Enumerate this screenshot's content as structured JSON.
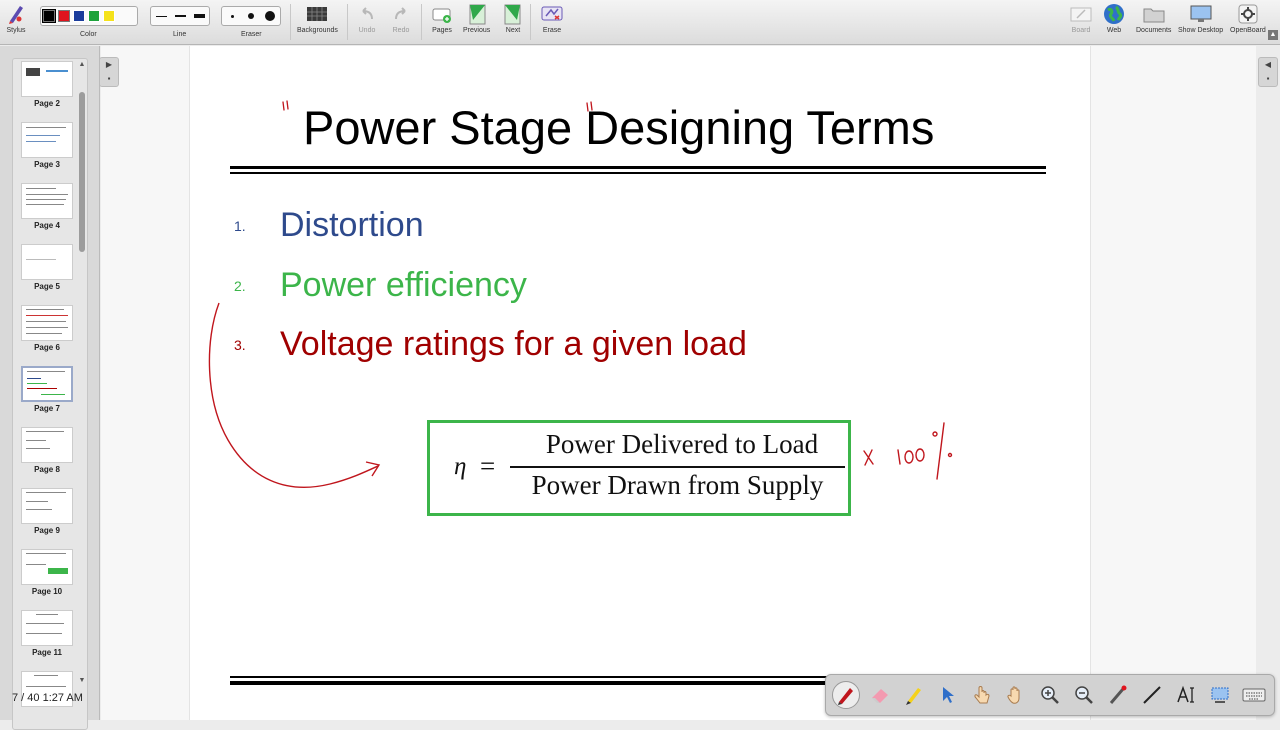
{
  "toolbar": {
    "stylus_label": "Stylus",
    "color_label": "Color",
    "line_label": "Line",
    "eraser_label": "Eraser",
    "backgrounds_label": "Backgrounds",
    "undo_label": "Undo",
    "redo_label": "Redo",
    "pages_label": "Pages",
    "previous_label": "Previous",
    "next_label": "Next",
    "erase_label": "Erase",
    "board_label": "Board",
    "web_label": "Web",
    "documents_label": "Documents",
    "show_desktop_label": "Show Desktop",
    "openboard_label": "OpenBoard",
    "colors": [
      "#000000",
      "#e0141e",
      "#1b3c9c",
      "#1ea33c",
      "#f5e21b"
    ],
    "selected_color": "#000000"
  },
  "sidebar": {
    "pages": [
      {
        "label": "Page 2"
      },
      {
        "label": "Page 3"
      },
      {
        "label": "Page 4"
      },
      {
        "label": "Page 5"
      },
      {
        "label": "Page 6"
      },
      {
        "label": "Page 7"
      },
      {
        "label": "Page 8"
      },
      {
        "label": "Page 9"
      },
      {
        "label": "Page 10"
      },
      {
        "label": "Page 11"
      }
    ],
    "active_page": "Page 7",
    "status": "7 / 40 1:27 AM"
  },
  "slide": {
    "title": "Power Stage Designing Terms",
    "items": [
      {
        "number": "1.",
        "text": "Distortion",
        "color": "#2e4a8c"
      },
      {
        "number": "2.",
        "text": "Power efficiency",
        "color": "#3cb54a"
      },
      {
        "number": "3.",
        "text": "Voltage ratings for a given load",
        "color": "#a00000"
      }
    ],
    "formula": {
      "symbol": "η",
      "equals": "=",
      "numerator": "Power Delivered to Load",
      "denominator": "Power Drawn from Supply",
      "box_color": "#3cb54a"
    },
    "annotation_color": "#c0161d"
  },
  "floating_tools": [
    "pen",
    "eraser",
    "marker",
    "selector",
    "interact",
    "hand",
    "zoom-in",
    "zoom-out",
    "laser-pointer",
    "line",
    "text",
    "capture",
    "keyboard"
  ]
}
